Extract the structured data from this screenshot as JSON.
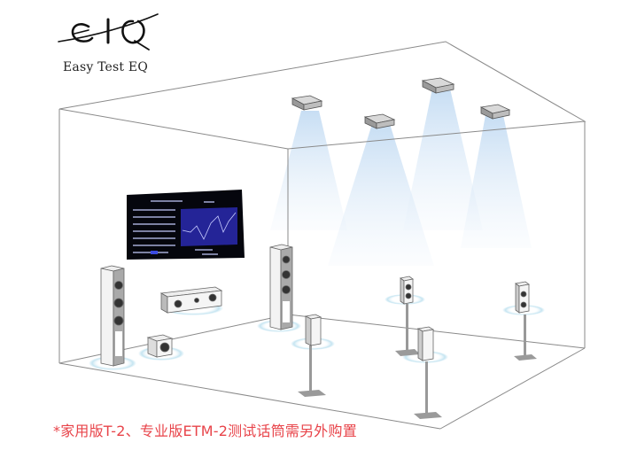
{
  "brand": {
    "logo_mark": "EtQ",
    "name": "Easy Test EQ"
  },
  "illustration": {
    "subject": "home-theater room speaker layout",
    "screen": {
      "background": "#05060d",
      "graph_color": "#2a2aa8"
    },
    "beam_color": "#cfe3f6",
    "ring_color": "#9fd0e6"
  },
  "footnote": {
    "text": "*家用版T-2、专业版ETM-2测试话筒需另外购置",
    "color": "#e8444a"
  }
}
